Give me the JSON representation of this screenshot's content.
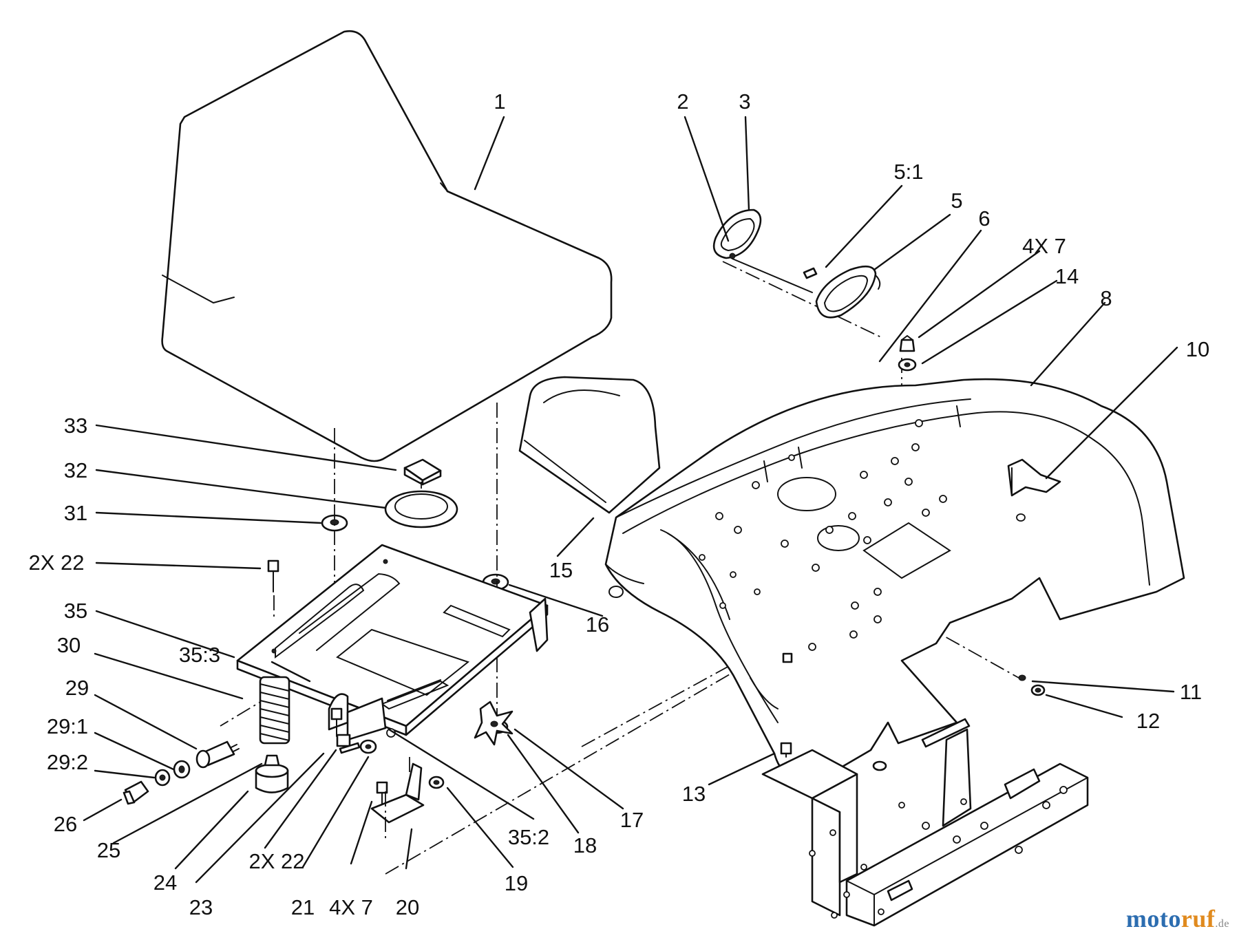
{
  "diagram": {
    "callouts": [
      {
        "id": "c1",
        "text": "1"
      },
      {
        "id": "c2",
        "text": "2"
      },
      {
        "id": "c3",
        "text": "3"
      },
      {
        "id": "c51",
        "text": "5:1"
      },
      {
        "id": "c5",
        "text": "5"
      },
      {
        "id": "c6",
        "text": "6"
      },
      {
        "id": "c4x7a",
        "text": "4X 7"
      },
      {
        "id": "c14",
        "text": "14"
      },
      {
        "id": "c8",
        "text": "8"
      },
      {
        "id": "c10",
        "text": "10"
      },
      {
        "id": "c33",
        "text": "33"
      },
      {
        "id": "c32",
        "text": "32"
      },
      {
        "id": "c31",
        "text": "31"
      },
      {
        "id": "c2x22a",
        "text": "2X 22"
      },
      {
        "id": "c35",
        "text": "35"
      },
      {
        "id": "c30",
        "text": "30"
      },
      {
        "id": "c353",
        "text": "35:3"
      },
      {
        "id": "c29",
        "text": "29"
      },
      {
        "id": "c291",
        "text": "29:1"
      },
      {
        "id": "c292",
        "text": "29:2"
      },
      {
        "id": "c26",
        "text": "26"
      },
      {
        "id": "c25",
        "text": "25"
      },
      {
        "id": "c24",
        "text": "24"
      },
      {
        "id": "c23",
        "text": "23"
      },
      {
        "id": "c2x22b",
        "text": "2X 22"
      },
      {
        "id": "c21",
        "text": "21"
      },
      {
        "id": "c4x7b",
        "text": "4X 7"
      },
      {
        "id": "c20",
        "text": "20"
      },
      {
        "id": "c19",
        "text": "19"
      },
      {
        "id": "c352",
        "text": "35:2"
      },
      {
        "id": "c18",
        "text": "18"
      },
      {
        "id": "c17",
        "text": "17"
      },
      {
        "id": "c16",
        "text": "16"
      },
      {
        "id": "c15",
        "text": "15"
      },
      {
        "id": "c13",
        "text": "13"
      },
      {
        "id": "c11",
        "text": "11"
      },
      {
        "id": "c12",
        "text": "12"
      }
    ]
  },
  "watermark": {
    "part_a": "moto",
    "part_b": "ruf",
    "part_c": ".de"
  }
}
